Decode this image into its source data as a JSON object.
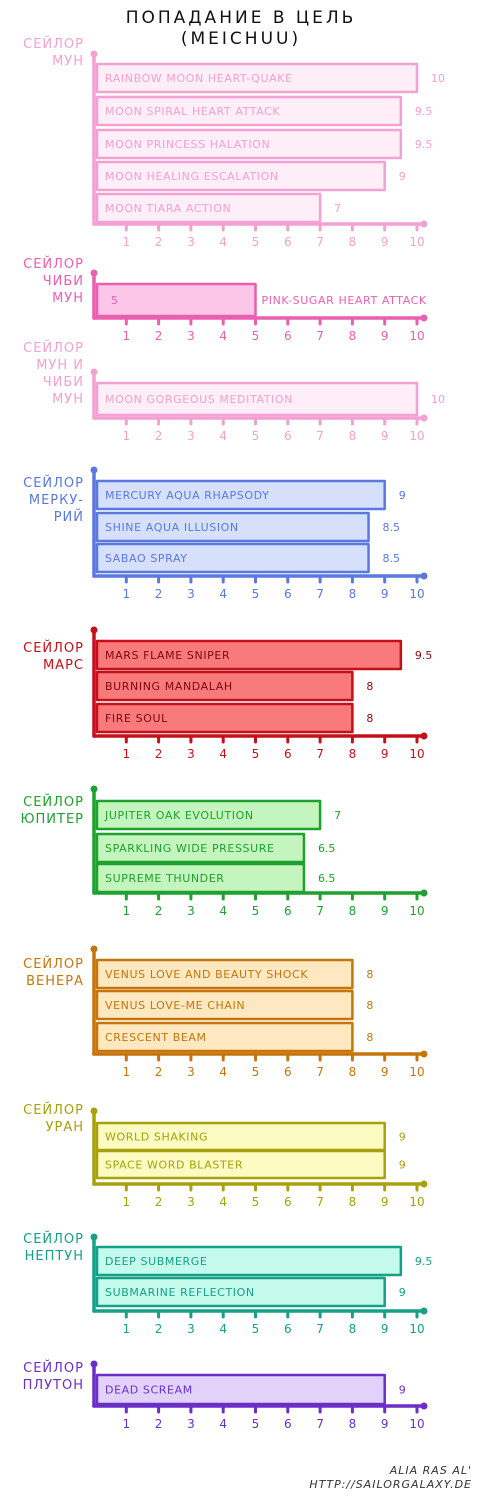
{
  "title": {
    "line1": "ПОПАДАНИЕ В ЦЕЛЬ",
    "line2": "(MEICHUU)"
  },
  "credit": {
    "author": "ALIA RAS AL'",
    "url": "HTTP://SAILORGALAXY.DE"
  },
  "chart_data": [
    {
      "type": "bar",
      "label": [
        "СЕЙЛОР",
        "МУН"
      ],
      "color": "#f2a1d0",
      "fill": "#fdeef7",
      "categories": [
        "RAINBOW MOON HEART-QUAKE",
        "MOON SPIRAL HEART ATTACK",
        "MOON PRINCESS HALATION",
        "MOON HEALING ESCALATION",
        "MOON TIARA ACTION"
      ],
      "values": [
        10,
        9.5,
        9.5,
        9,
        7
      ],
      "value_labels": [
        "10",
        "9.5",
        "9.5",
        "9",
        "7"
      ],
      "ticks": [
        "1",
        "2",
        "3",
        "4",
        "5",
        "6",
        "7",
        "8",
        "9",
        "10"
      ],
      "xlim": [
        0,
        10
      ]
    },
    {
      "type": "bar",
      "label": [
        "СЕЙЛОР",
        "ЧИБИ",
        "МУН"
      ],
      "color": "#ea5fb0",
      "fill": "#fbc6e8",
      "categories": [
        "PINK-SUGAR HEART ATTACK"
      ],
      "values": [
        5
      ],
      "value_labels": [
        "5"
      ],
      "ticks": [
        "1",
        "2",
        "3",
        "4",
        "5",
        "6",
        "7",
        "8",
        "9",
        "10"
      ],
      "xlim": [
        0,
        10
      ]
    },
    {
      "type": "bar",
      "label": [
        "СЕЙЛОР",
        "МУН И",
        "ЧИБИ",
        "МУН"
      ],
      "color": "#f2a1d0",
      "fill": "#fdeef7",
      "categories": [
        "MOON GORGEOUS MEDITATION"
      ],
      "values": [
        10
      ],
      "value_labels": [
        "10"
      ],
      "ticks": [
        "1",
        "2",
        "3",
        "4",
        "5",
        "6",
        "7",
        "8",
        "9",
        "10"
      ],
      "xlim": [
        0,
        10
      ]
    },
    {
      "type": "bar",
      "label": [
        "СЕЙЛОР",
        "МЕРКУ-",
        "РИЙ"
      ],
      "color": "#5b78de",
      "fill": "#d6e0fb",
      "categories": [
        "MERCURY AQUA RHAPSODY",
        "SHINE AQUA ILLUSION",
        "SABAO SPRAY"
      ],
      "values": [
        9,
        8.5,
        8.5
      ],
      "value_labels": [
        "9",
        "8.5",
        "8.5"
      ],
      "ticks": [
        "1",
        "2",
        "3",
        "4",
        "5",
        "6",
        "7",
        "8",
        "9",
        "10"
      ],
      "xlim": [
        0,
        10
      ]
    },
    {
      "type": "bar",
      "label": [
        "СЕЙЛОР",
        "МАРС"
      ],
      "color": "#c4101a",
      "fill": "#f97a7a",
      "categories": [
        "MARS FLAME SNIPER",
        "BURNING MANDALAH",
        "FIRE SOUL"
      ],
      "values": [
        9.5,
        8,
        8
      ],
      "value_labels": [
        "9.5",
        "8",
        "8"
      ],
      "ticks": [
        "1",
        "2",
        "3",
        "4",
        "5",
        "6",
        "7",
        "8",
        "9",
        "10"
      ],
      "xlim": [
        0,
        10
      ]
    },
    {
      "type": "bar",
      "label": [
        "СЕЙЛОР",
        "ЮПИТЕР"
      ],
      "color": "#1ea12f",
      "fill": "#c4f5be",
      "categories": [
        "JUPITER OAK EVOLUTION",
        "SPARKLING WIDE PRESSURE",
        "SUPREME THUNDER"
      ],
      "values": [
        7,
        6.5,
        6.5
      ],
      "value_labels": [
        "7",
        "6.5",
        "6.5"
      ],
      "ticks": [
        "1",
        "2",
        "3",
        "4",
        "5",
        "6",
        "7",
        "8",
        "9",
        "10"
      ],
      "xlim": [
        0,
        10
      ]
    },
    {
      "type": "bar",
      "label": [
        "СЕЙЛОР",
        "ВЕНЕРА"
      ],
      "color": "#c5750c",
      "fill": "#fde8c2",
      "categories": [
        "VENUS LOVE AND BEAUTY SHOCK",
        "VENUS LOVE-ME CHAIN",
        "CRESCENT BEAM"
      ],
      "values": [
        8,
        8,
        8
      ],
      "value_labels": [
        "8",
        "8",
        "8"
      ],
      "ticks": [
        "1",
        "2",
        "3",
        "4",
        "5",
        "6",
        "7",
        "8",
        "9",
        "10"
      ],
      "xlim": [
        0,
        10
      ]
    },
    {
      "type": "bar",
      "label": [
        "СЕЙЛОР",
        "УРАН"
      ],
      "color": "#a8a10b",
      "fill": "#fbfbc2",
      "categories": [
        "WORLD SHAKING",
        "SPACE WORD BLASTER"
      ],
      "values": [
        9,
        9
      ],
      "value_labels": [
        "9",
        "9"
      ],
      "ticks": [
        "1",
        "2",
        "3",
        "4",
        "5",
        "6",
        "7",
        "8",
        "9",
        "10"
      ],
      "xlim": [
        0,
        10
      ]
    },
    {
      "type": "bar",
      "label": [
        "СЕЙЛОР",
        "НЕПТУН"
      ],
      "color": "#16a087",
      "fill": "#c4fbec",
      "categories": [
        "DEEP SUBMERGE",
        "SUBMARINE REFLECTION"
      ],
      "values": [
        9.5,
        9
      ],
      "value_labels": [
        "9.5",
        "9"
      ],
      "ticks": [
        "1",
        "2",
        "3",
        "4",
        "5",
        "6",
        "7",
        "8",
        "9",
        "10"
      ],
      "xlim": [
        0,
        10
      ]
    },
    {
      "type": "bar",
      "label": [
        "СЕЙЛОР",
        "ПЛУТОН"
      ],
      "color": "#6b2fc7",
      "fill": "#e2d2fa",
      "categories": [
        "DEAD SCREAM"
      ],
      "values": [
        9
      ],
      "value_labels": [
        "9"
      ],
      "ticks": [
        "1",
        "2",
        "3",
        "4",
        "5",
        "6",
        "7",
        "8",
        "9",
        "10"
      ],
      "xlim": [
        0,
        10
      ]
    }
  ]
}
